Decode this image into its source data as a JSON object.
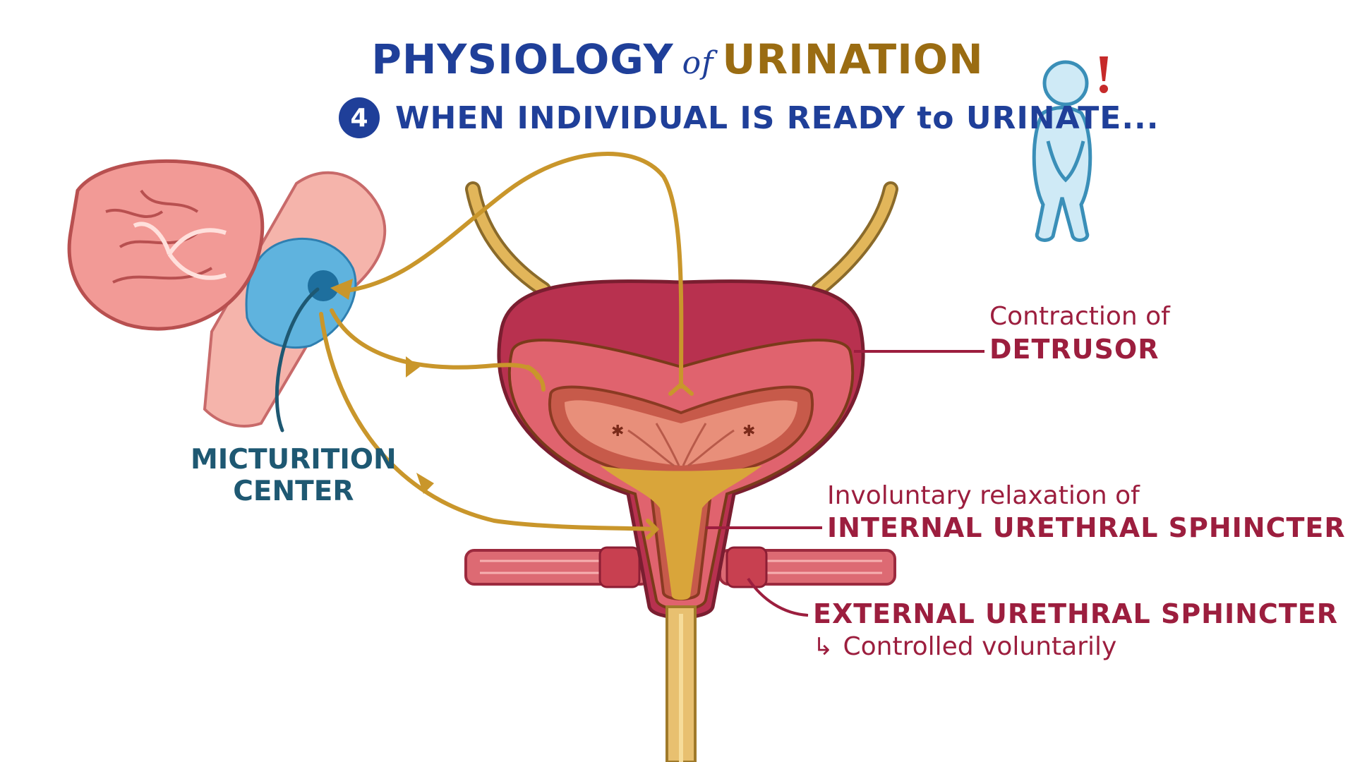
{
  "title": {
    "word1": "PHYSIOLOGY",
    "word2": "of",
    "word3": "URINATION"
  },
  "subtitle": {
    "step": "4",
    "text": "WHEN INDIVIDUAL IS READY to URINATE..."
  },
  "labels": {
    "micturition_line1": "MICTURITION",
    "micturition_line2": "CENTER",
    "contraction": "Contraction of",
    "detrusor": "DETRUSOR",
    "involuntary": "Involuntary relaxation of",
    "internal": "INTERNAL URETHRAL SPHINCTER",
    "external": "EXTERNAL URETHRAL SPHINCTER",
    "controlled": "Controlled voluntarily"
  },
  "colors": {
    "title_blue": "#1f3f99",
    "title_gold": "#9a6c12",
    "label_crimson": "#9c1e3e",
    "label_teal": "#1e5872",
    "nerve_gold": "#c9962b",
    "bladder_outer": "#b8314f",
    "bladder_wall": "#e0636e",
    "urine": "#d9a53a",
    "brainstem_blue": "#5fb3de"
  }
}
